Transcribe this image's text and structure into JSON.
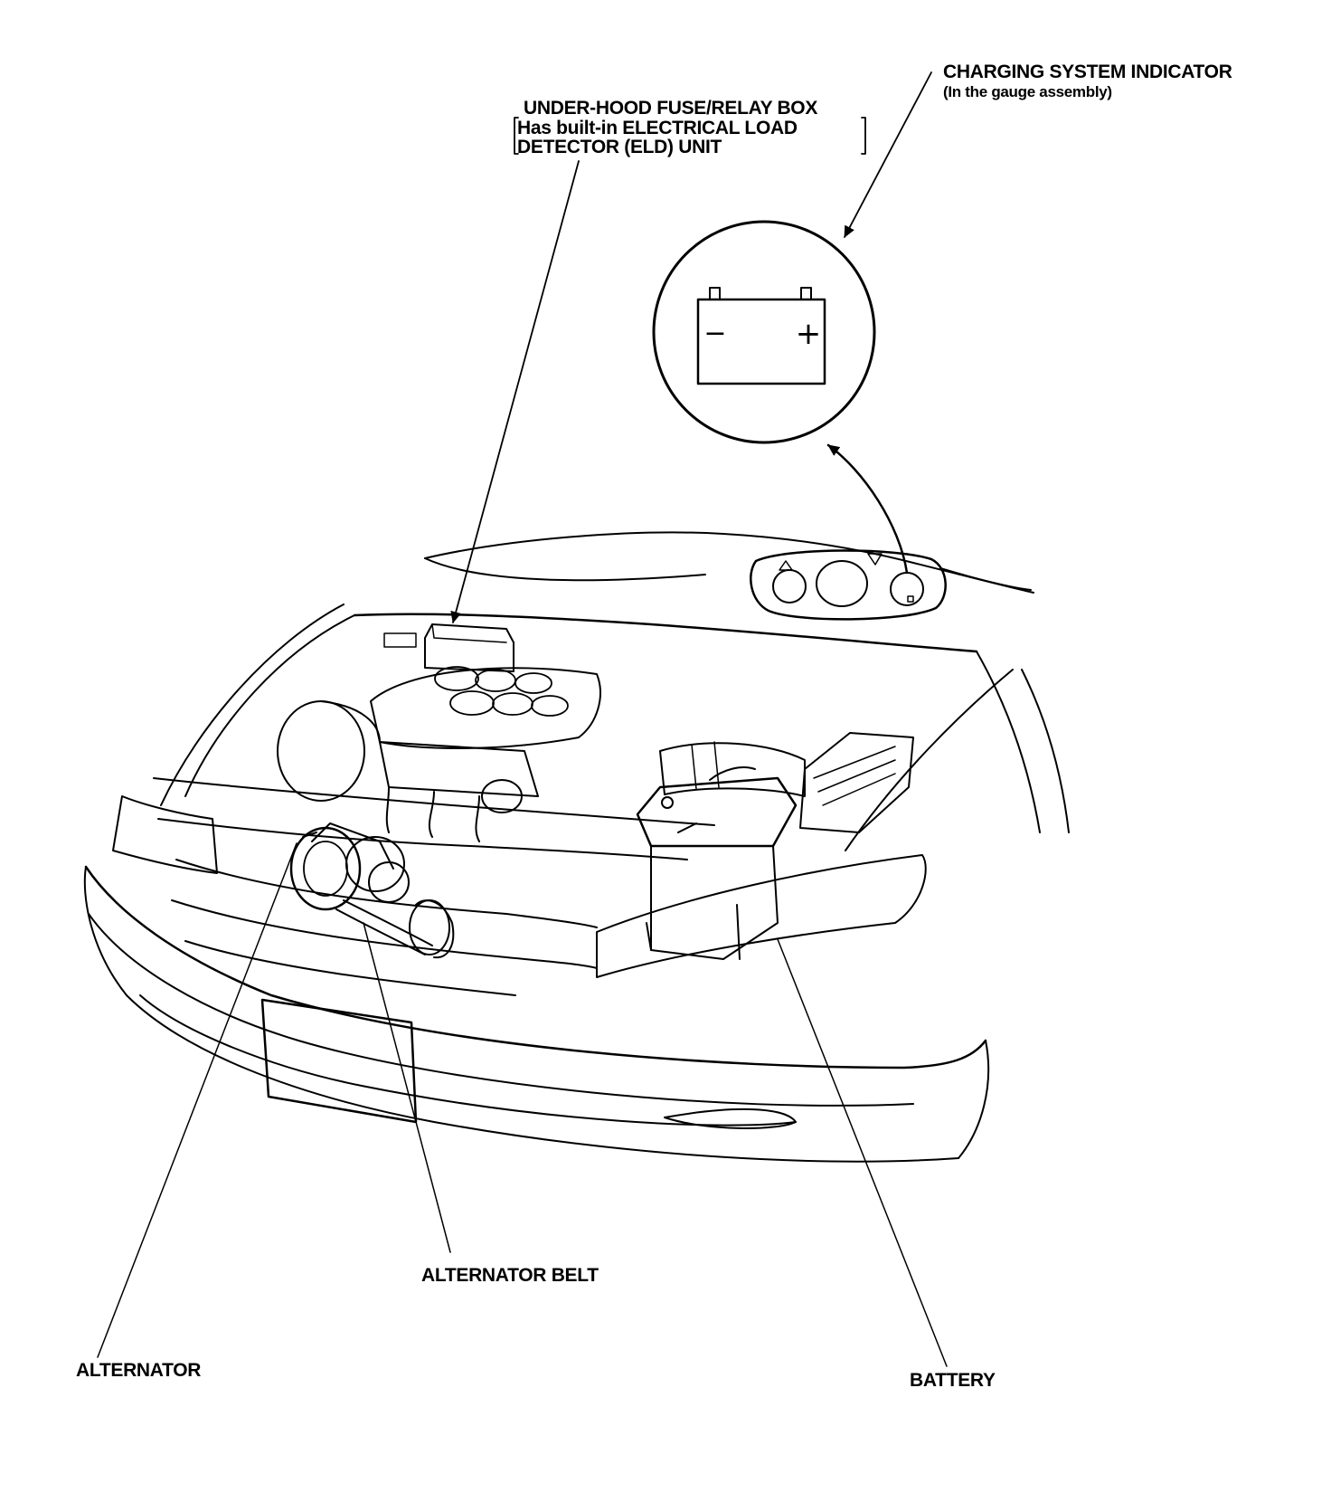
{
  "labels": {
    "fuse_box_title": "UNDER-HOOD FUSE/RELAY BOX",
    "fuse_box_line2": "Has built-in ELECTRICAL LOAD",
    "fuse_box_line3": "DETECTOR (ELD) UNIT",
    "indicator_title": "CHARGING SYSTEM INDICATOR",
    "indicator_sub": "(In the gauge assembly)",
    "alternator_belt": "ALTERNATOR BELT",
    "alternator": "ALTERNATOR",
    "battery": "BATTERY"
  },
  "indicator_symbol": {
    "minus": "−",
    "plus": "+"
  },
  "colors": {
    "line": "#000000",
    "background": "#ffffff"
  }
}
